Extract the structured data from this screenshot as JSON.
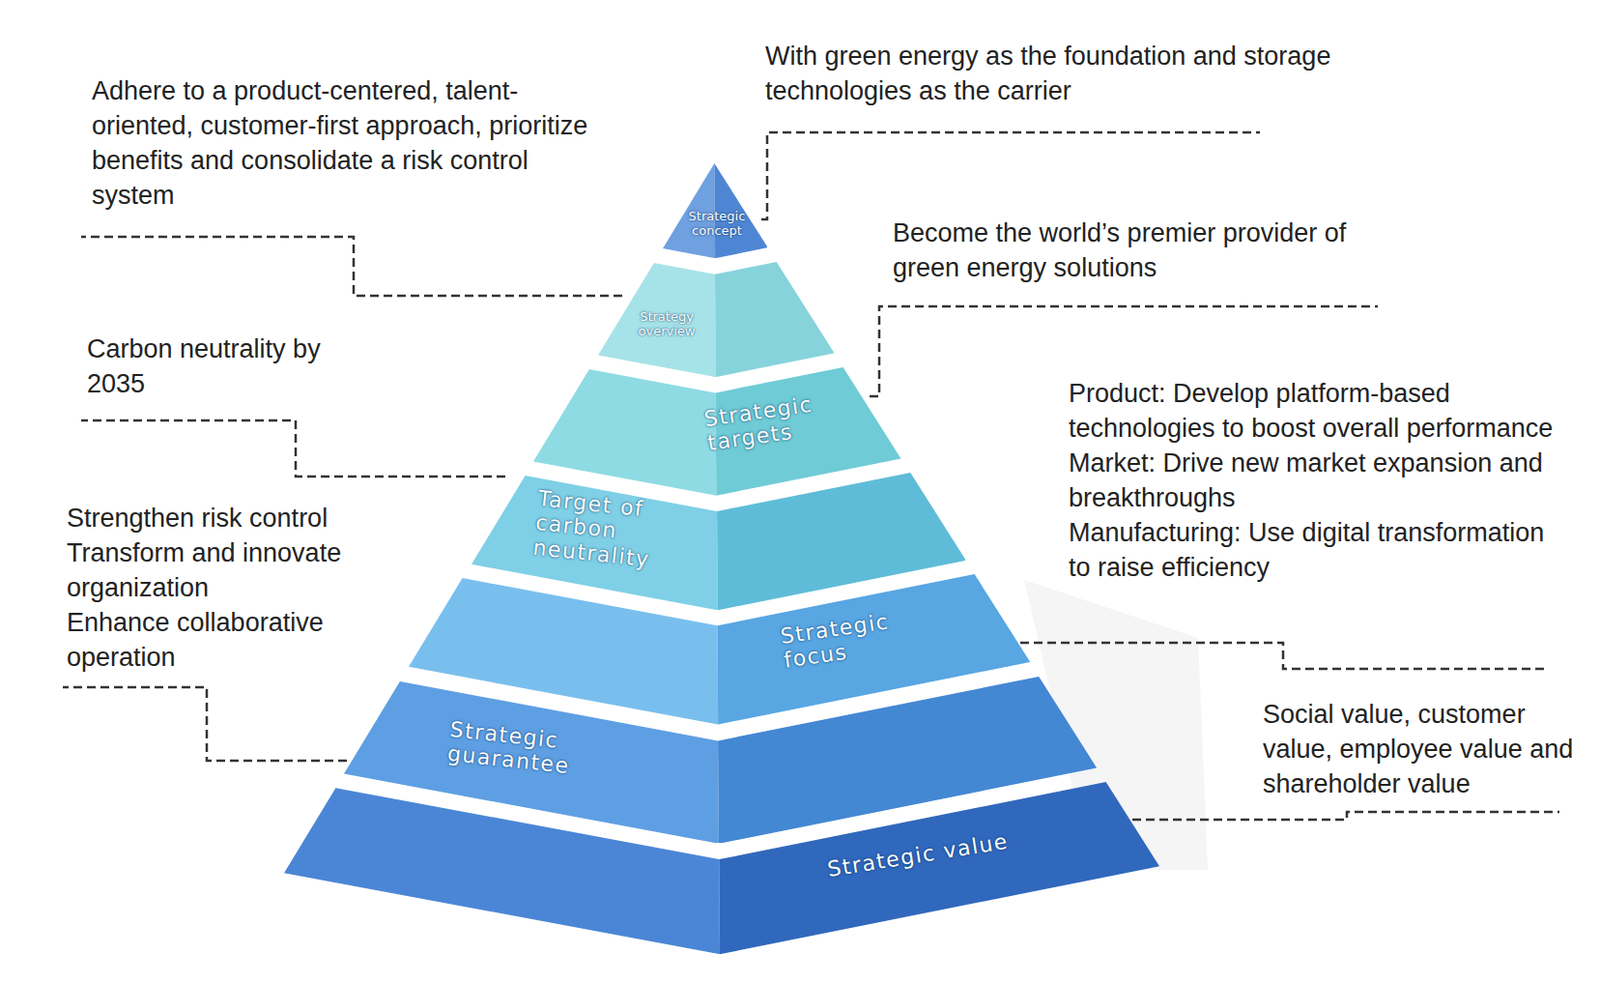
{
  "diagram": {
    "nodes": [
      {
        "text": [
          "Strategic concept"
        ]
      },
      {
        "text": [
          "Strategy overview"
        ]
      },
      {
        "text": [
          "Strategic targets"
        ]
      },
      {
        "text": [
          "Target of carbon neutrality"
        ]
      },
      {
        "text": [
          "Strategic focus"
        ]
      },
      {
        "text": [
          "Strategic guarantee"
        ]
      },
      {
        "text": [
          "Strategic value"
        ]
      }
    ],
    "labels": [
      "Adhere to a product-centered, talent-oriented, customer-first approach, prioritize benefits and consolidate a risk control system",
      "With green energy as the foundation and storage technologies as the carrier",
      "Become the world’s premier provider of green energy solutions",
      "Carbon neutrality by 2035",
      "Product: Develop platform-based technologies to boost overall performance",
      "Market: Drive new market expansion and breakthroughs",
      "Manufacturing: Use digital transformation to raise efficiency",
      "Strengthen risk control",
      "Transform and innovate organization",
      "Enhance collaborative operation",
      "Social value, customer value, employee value and shareholder value"
    ]
  }
}
